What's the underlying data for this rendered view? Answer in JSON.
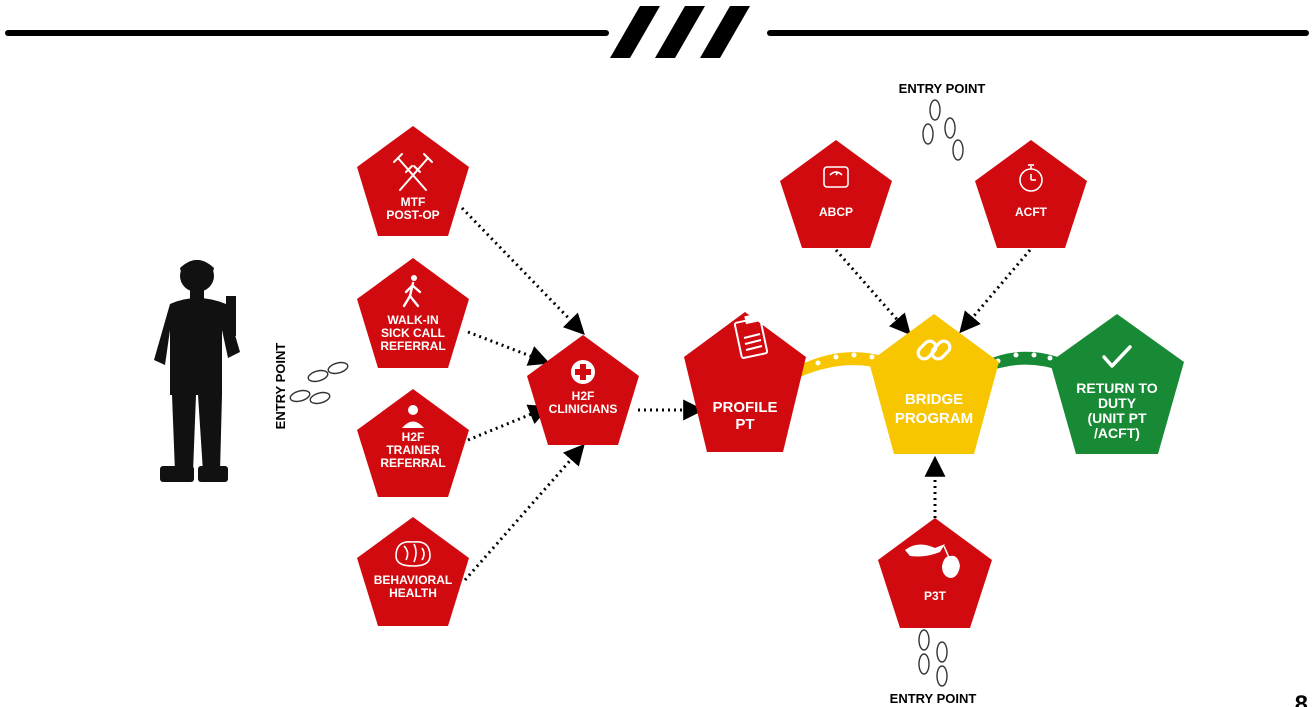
{
  "entry_point_label": "ENTRY POINT",
  "page_number": "8",
  "colors": {
    "red": "#d10a0f",
    "yellow": "#f7c600",
    "green": "#188a36",
    "ink": "#000000"
  },
  "nodes": {
    "mtf": {
      "lines": [
        "MTF",
        "POST-OP"
      ],
      "icon": "crutches-icon"
    },
    "walkin": {
      "lines": [
        "WALK-IN",
        "SICK CALL",
        "REFERRAL"
      ],
      "icon": "walking-person-icon"
    },
    "trainer": {
      "lines": [
        "H2F",
        "TRAINER",
        "REFERRAL"
      ],
      "icon": "trainer-icon"
    },
    "behavioral": {
      "lines": [
        "BEHAVIORAL",
        "HEALTH"
      ],
      "icon": "brain-icon"
    },
    "clinicians": {
      "lines": [
        "H2F",
        "CLINICIANS"
      ],
      "icon": "medical-cross-icon"
    },
    "profile": {
      "lines": [
        "PROFILE",
        "PT"
      ],
      "icon": "clipboard-icon"
    },
    "abcp": {
      "lines": [
        "ABCP"
      ],
      "icon": "scale-icon"
    },
    "acft": {
      "lines": [
        "ACFT"
      ],
      "icon": "stopwatch-icon"
    },
    "bridge": {
      "lines": [
        "BRIDGE",
        "PROGRAM"
      ],
      "icon": "chain-link-icon"
    },
    "rtd": {
      "lines": [
        "RETURN TO",
        "DUTY",
        "(UNIT PT",
        "/ACFT)"
      ],
      "icon": "checkmark-icon"
    },
    "p3t": {
      "lines": [
        "P3T"
      ],
      "icon": "stork-icon"
    }
  }
}
